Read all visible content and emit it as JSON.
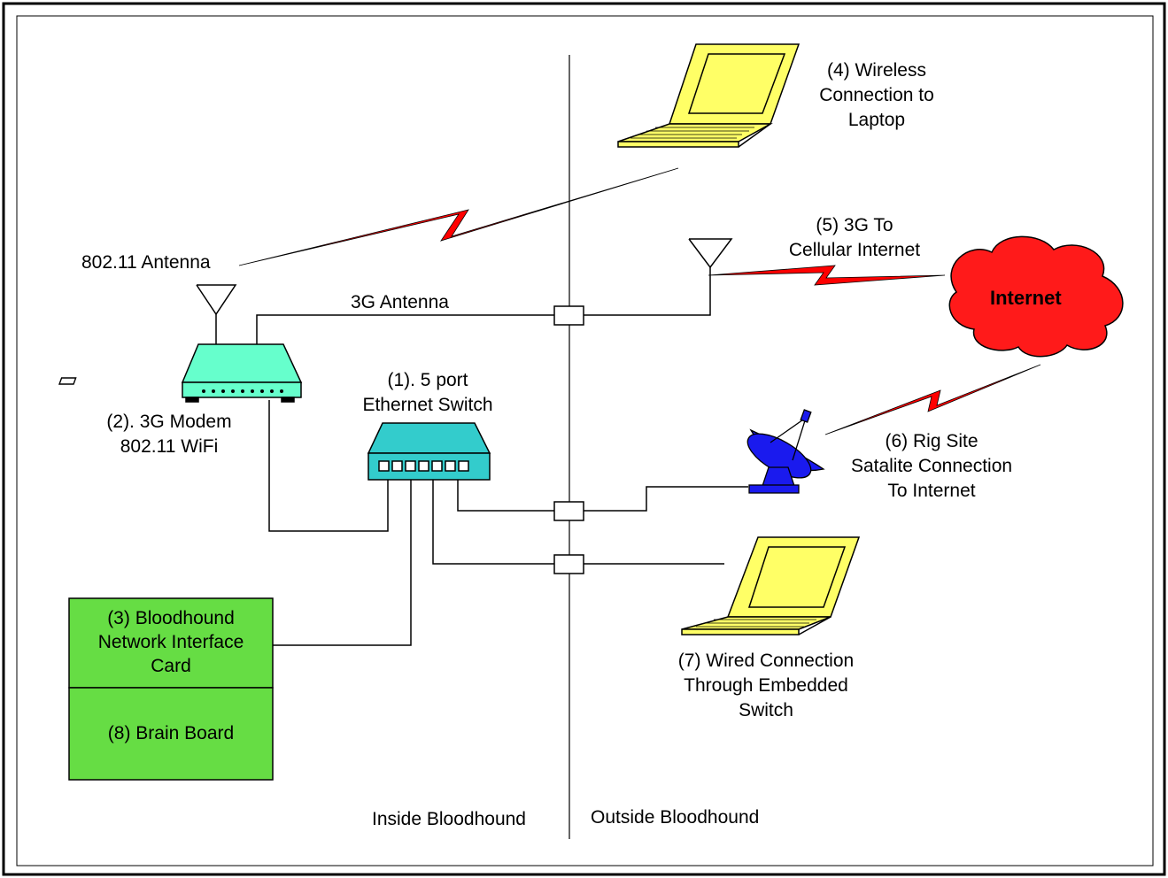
{
  "labels": {
    "switch_line1": "(1). 5 port",
    "switch_line2": "Ethernet Switch",
    "modem_line1": "(2). 3G Modem",
    "modem_line2": "802.11 WiFi",
    "nic_line1": "(3) Bloodhound",
    "nic_line2": "Network Interface",
    "nic_line3": "Card",
    "wireless_line1": "(4) Wireless",
    "wireless_line2": "Connection to",
    "wireless_line3": "Laptop",
    "cellular_line1": "(5) 3G To",
    "cellular_line2": "Cellular Internet",
    "satellite_line1": "(6) Rig Site",
    "satellite_line2": "Satalite Connection",
    "satellite_line3": "To Internet",
    "wired_line1": "(7) Wired Connection",
    "wired_line2": "Through Embedded",
    "wired_line3": "Switch",
    "brain_board": "(8) Brain Board",
    "antenna_80211": "802.11 Antenna",
    "antenna_3g": "3G Antenna",
    "internet": "Internet",
    "inside": "Inside Bloodhound",
    "outside": "Outside Bloodhound"
  },
  "colors": {
    "laptop": "#ffff66",
    "network_device": "#33cccc",
    "modem": "#66ffcc",
    "board": "#66dd44",
    "cloud": "#ff1a1a",
    "satellite_dish": "#1a1aee",
    "wireless_link": "#ff0000"
  }
}
